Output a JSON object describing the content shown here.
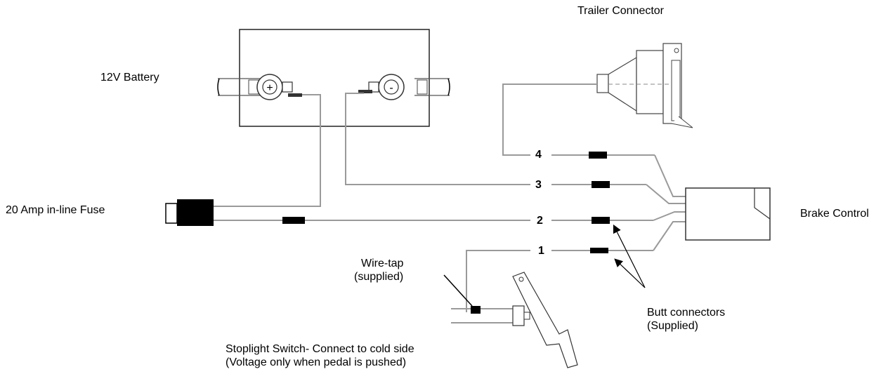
{
  "labels": {
    "trailer_connector": "Trailer Connector",
    "battery": "12V Battery",
    "fuse": "20 Amp in-line Fuse",
    "brake_control": "Brake Control",
    "wire_tap_line1": "Wire-tap",
    "wire_tap_line2": "(supplied)",
    "butt_line1": "Butt connectors",
    "butt_line2": "(Supplied)",
    "stoplight_line1": "Stoplight Switch- Connect to cold side",
    "stoplight_line2": "(Voltage only when pedal is pushed)"
  },
  "terminals": {
    "positive": "+",
    "negative": "-"
  },
  "wires": [
    {
      "number": "4"
    },
    {
      "number": "3"
    },
    {
      "number": "2"
    },
    {
      "number": "1"
    }
  ]
}
